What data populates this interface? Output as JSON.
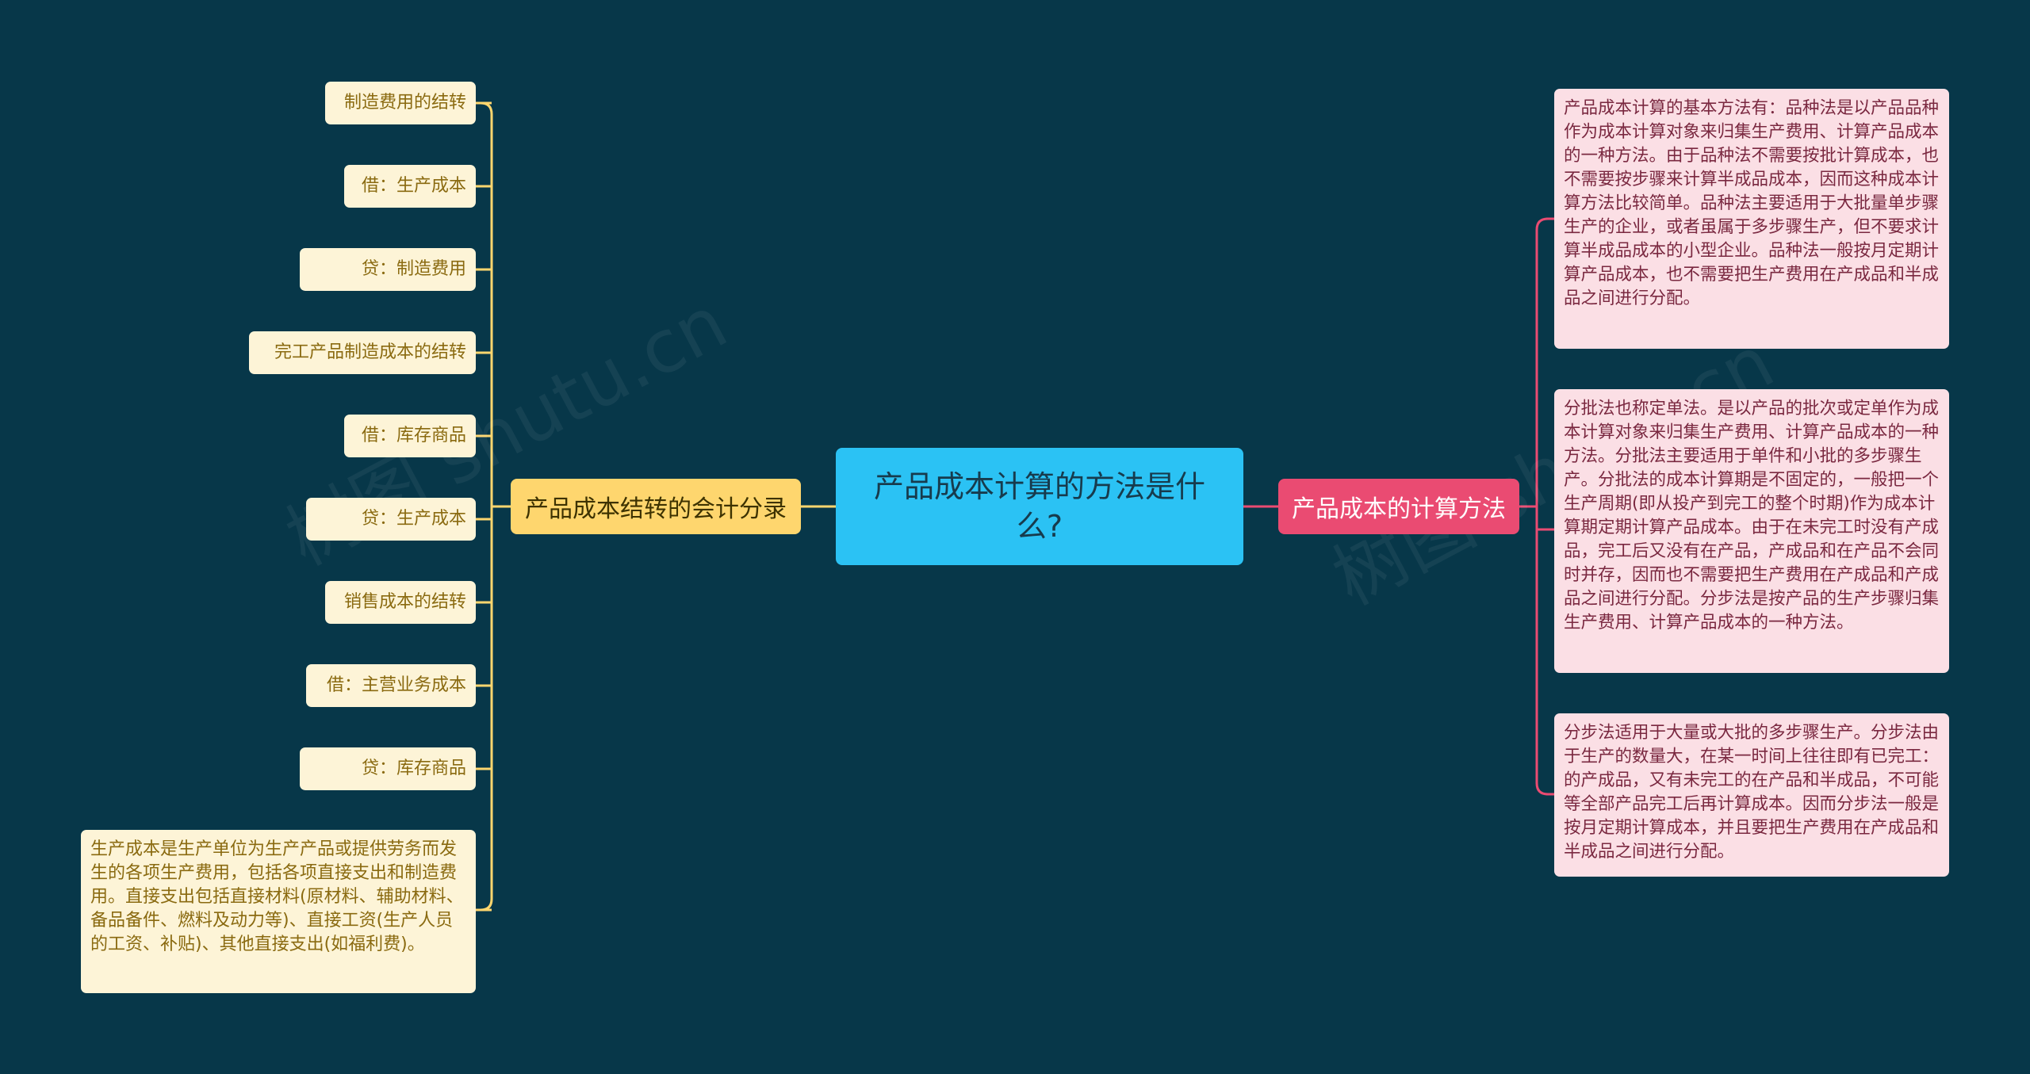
{
  "center": {
    "title": "产品成本计算的方法是什么?"
  },
  "left_branch": {
    "label": "产品成本结转的会计分录",
    "color": "#fed66e",
    "items": [
      "制造费用的结转",
      "借：生产成本",
      "贷：制造费用",
      "完工产品制造成本的结转",
      "借：库存商品",
      "贷：生产成本",
      "销售成本的结转",
      "借：主营业务成本",
      "贷：库存商品",
      "生产成本是生产单位为生产产品或提供劳务而发生的各项生产费用，包括各项直接支出和制造费用。直接支出包括直接材料(原材料、辅助材料、备品备件、燃料及动力等)、直接工资(生产人员的工资、补贴)、其他直接支出(如福利费)。"
    ]
  },
  "right_branch": {
    "label": "产品成本的计算方法",
    "color": "#ea4b72",
    "items": [
      "产品成本计算的基本方法有：品种法是以产品品种作为成本计算对象来归集生产费用、计算产品成本的一种方法。由于品种法不需要按批计算成本，也不需要按步骤来计算半成品成本，因而这种成本计算方法比较简单。品种法主要适用于大批量单步骤生产的企业，或者虽属于多步骤生产，但不要求计算半成品成本的小型企业。品种法一般按月定期计算产品成本，也不需要把生产费用在产成品和半成品之间进行分配。",
      "分批法也称定单法。是以产品的批次或定单作为成本计算对象来归集生产费用、计算产品成本的一种方法。分批法主要适用于单件和小批的多步骤生产。分批法的成本计算期是不固定的，一般把一个生产周期(即从投产到完工的整个时期)作为成本计算期定期计算产品成本。由于在未完工时没有产成品，完工后又没有在产品，产成品和在产品不会同时并存，因而也不需要把生产费用在产成品和产成品之间进行分配。分步法是按产品的生产步骤归集生产费用、计算产品成本的一种方法。",
      "分步法适用于大量或大批的多步骤生产。分步法由于生产的数量大，在某一时间上往往即有已完工：的产成品，又有未完工的在产品和半成品，不可能等全部产品完工后再计算成本。因而分步法一般是按月定期计算成本，并且要把生产费用在产成品和半成品之间进行分配。"
    ]
  },
  "colors": {
    "background": "#073749",
    "center_fill": "#2bc2f4",
    "left_leaf_fill": "#fdf4d7",
    "right_leaf_fill": "#fbdfe5"
  }
}
